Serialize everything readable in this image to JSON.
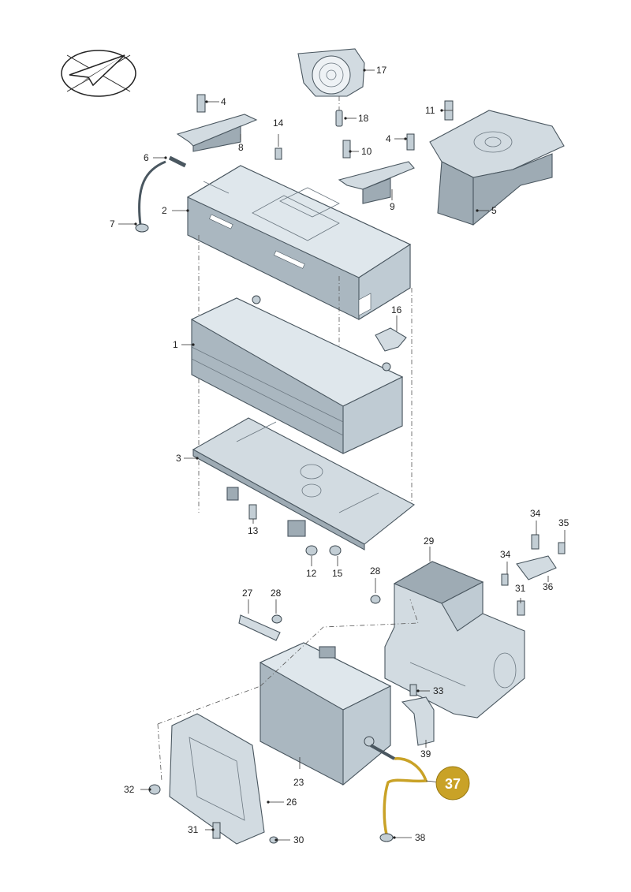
{
  "accent_color": "#c9a227",
  "highlight_line_color": "#c9a227",
  "logo": {
    "name": "paper-plane-logo"
  },
  "callouts": [
    {
      "id": "c1",
      "label": "1"
    },
    {
      "id": "c2",
      "label": "2"
    },
    {
      "id": "c3",
      "label": "3"
    },
    {
      "id": "c4a",
      "label": "4"
    },
    {
      "id": "c4b",
      "label": "4"
    },
    {
      "id": "c5",
      "label": "5"
    },
    {
      "id": "c6",
      "label": "6"
    },
    {
      "id": "c7",
      "label": "7"
    },
    {
      "id": "c8",
      "label": "8"
    },
    {
      "id": "c9",
      "label": "9"
    },
    {
      "id": "c10",
      "label": "10"
    },
    {
      "id": "c11",
      "label": "11"
    },
    {
      "id": "c12",
      "label": "12"
    },
    {
      "id": "c13",
      "label": "13"
    },
    {
      "id": "c14",
      "label": "14"
    },
    {
      "id": "c15",
      "label": "15"
    },
    {
      "id": "c16",
      "label": "16"
    },
    {
      "id": "c17",
      "label": "17"
    },
    {
      "id": "c18",
      "label": "18"
    },
    {
      "id": "c23",
      "label": "23"
    },
    {
      "id": "c26",
      "label": "26"
    },
    {
      "id": "c27",
      "label": "27"
    },
    {
      "id": "c28a",
      "label": "28"
    },
    {
      "id": "c28b",
      "label": "28"
    },
    {
      "id": "c29",
      "label": "29"
    },
    {
      "id": "c30",
      "label": "30"
    },
    {
      "id": "c31a",
      "label": "31"
    },
    {
      "id": "c31b",
      "label": "31"
    },
    {
      "id": "c32",
      "label": "32"
    },
    {
      "id": "c33",
      "label": "33"
    },
    {
      "id": "c34a",
      "label": "34"
    },
    {
      "id": "c34b",
      "label": "34"
    },
    {
      "id": "c35",
      "label": "35"
    },
    {
      "id": "c36",
      "label": "36"
    },
    {
      "id": "c38",
      "label": "38"
    },
    {
      "id": "c39",
      "label": "39"
    }
  ],
  "highlight": {
    "label": "37"
  }
}
